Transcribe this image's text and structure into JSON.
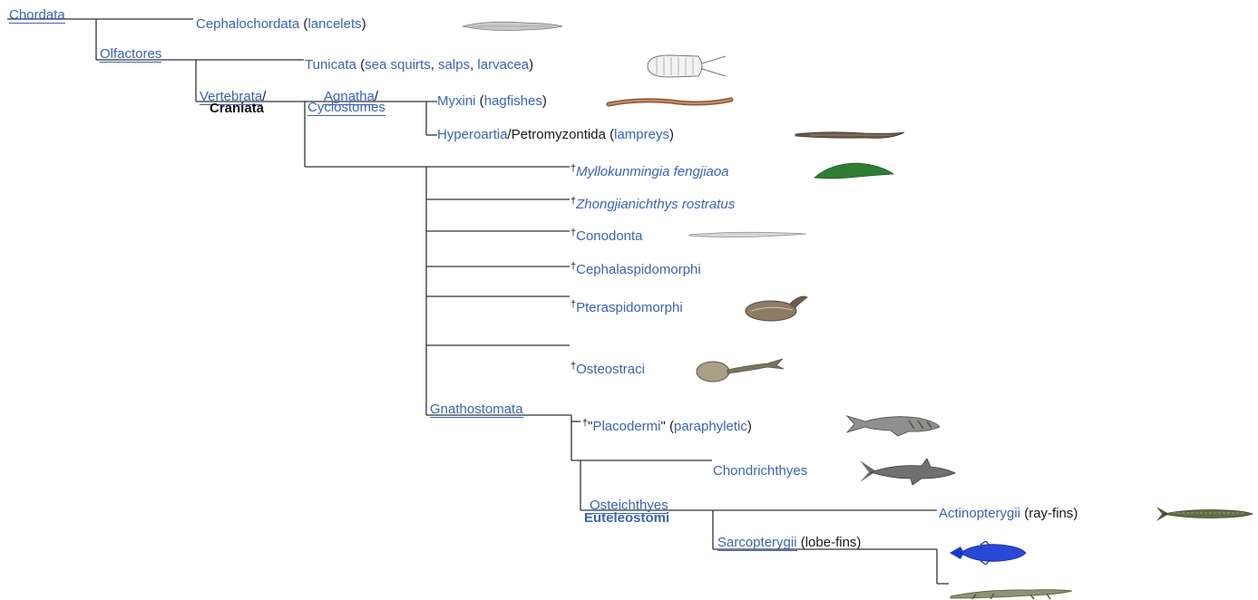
{
  "labels": {
    "chordata": "Chordata",
    "olfactores": "Olfactores",
    "vertebrata": "Vertebrata",
    "slash": "/",
    "craniata": "Craniata",
    "agnatha": "Agnatha",
    "cyclostomes": "Cyclostomes",
    "gnathostomata": "Gnathostomata",
    "osteichthyes": "Osteichthyes",
    "euteleostomi": "Euteleostomi",
    "dagger": "†",
    "quote": "\"",
    "open_paren": " (",
    "close_paren": ")",
    "comma": ", "
  },
  "leaves": {
    "cephalochordata": {
      "name": "Cephalochordata",
      "common": "lancelets"
    },
    "tunicata": {
      "name": "Tunicata",
      "common": [
        "sea squirts",
        "salps",
        "larvacea"
      ]
    },
    "myxini": {
      "name": "Myxini",
      "common": "hagfishes"
    },
    "hyperoartia": {
      "name": "Hyperoartia",
      "alt": "Petromyzontida",
      "common": "lampreys"
    },
    "myllokunmingia": {
      "name": "Myllokunmingia fengjiaoa"
    },
    "zhongjianichthys": {
      "name": "Zhongjianichthys rostratus"
    },
    "conodonta": {
      "name": "Conodonta"
    },
    "cephalaspidomorphi": {
      "name": "Cephalaspidomorphi"
    },
    "pteraspidomorphi": {
      "name": "Pteraspidomorphi"
    },
    "osteostraci": {
      "name": "Osteostraci"
    },
    "placodermi": {
      "name": "Placodermi",
      "note": "paraphyletic"
    },
    "chondrichthyes": {
      "name": "Chondrichthyes"
    },
    "actinopterygii": {
      "name": "Actinopterygii",
      "common": "ray-fins"
    },
    "sarcopterygii": {
      "name": "Sarcopterygii",
      "common": "lobe-fins"
    }
  },
  "illustrations": [
    "lancelet-icon",
    "tunicate-icon",
    "hagfish-icon",
    "lamprey-icon",
    "myllokunmingia-icon",
    "conodont-icon",
    "pteraspid-icon",
    "osteostracan-icon",
    "placoderm-icon",
    "shark-icon",
    "sturgeon-icon",
    "coelacanth-icon",
    "tetrapod-icon"
  ],
  "colors": {
    "link": "#3a63b8",
    "line": "#333333",
    "text": "#1a1a1a"
  }
}
